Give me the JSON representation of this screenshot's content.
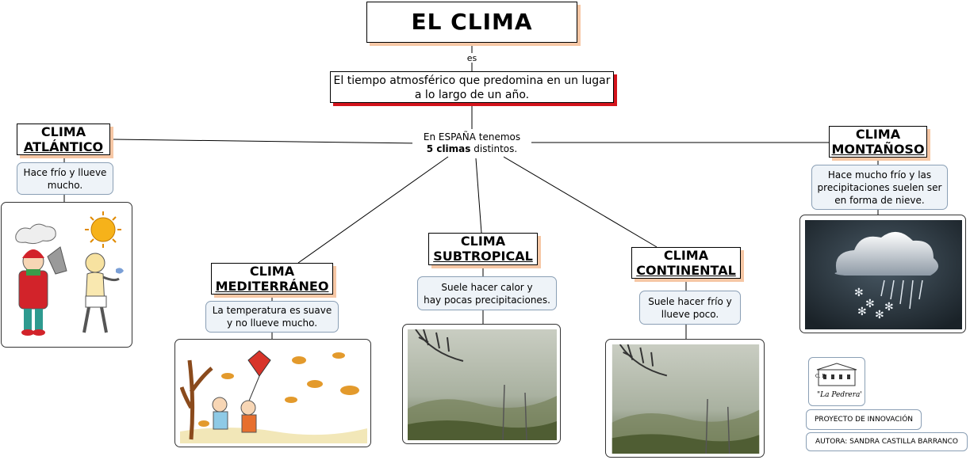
{
  "title": "EL CLIMA",
  "link_es": "es",
  "definition": {
    "line1": "El tiempo atmosférico que predomina en un lugar",
    "line2": "a lo largo de un año."
  },
  "spain": {
    "line1": "En ESPAÑA tenemos",
    "bold": "5 climas",
    "rest": " distintos."
  },
  "climates": [
    {
      "name1": "CLIMA",
      "name2": "ATLÁNTICO",
      "desc1": "Hace frío y llueve",
      "desc2": "mucho."
    },
    {
      "name1": "CLIMA",
      "name2": "MEDITERRÁNEO",
      "desc1": "La temperatura es suave",
      "desc2": "y no llueve mucho."
    },
    {
      "name1": "CLIMA",
      "name2": "SUBTROPICAL",
      "desc1": "Suele hacer calor y",
      "desc2": "hay pocas precipitaciones."
    },
    {
      "name1": "CLIMA",
      "name2": "CONTINENTAL",
      "desc1": "Suele hacer frío y",
      "desc2": "llueve poco."
    },
    {
      "name1": "CLIMA",
      "name2": "MONTAÑOSO",
      "desc1": "Hace mucho frío y las",
      "desc2": "precipitaciones suelen ser",
      "desc3": "en forma de nieve."
    }
  ],
  "logo": {
    "line1": "C. P.",
    "line2": "\"La Pedrera\""
  },
  "project": "PROYECTO DE INNOVACIÓN",
  "author": "AUTORA: SANDRA CASTILLA BARRANCO",
  "colors": {
    "shadow": "#f6c7a5",
    "def_shadow": "#d4141c",
    "desc_bg": "#eef3f8"
  }
}
